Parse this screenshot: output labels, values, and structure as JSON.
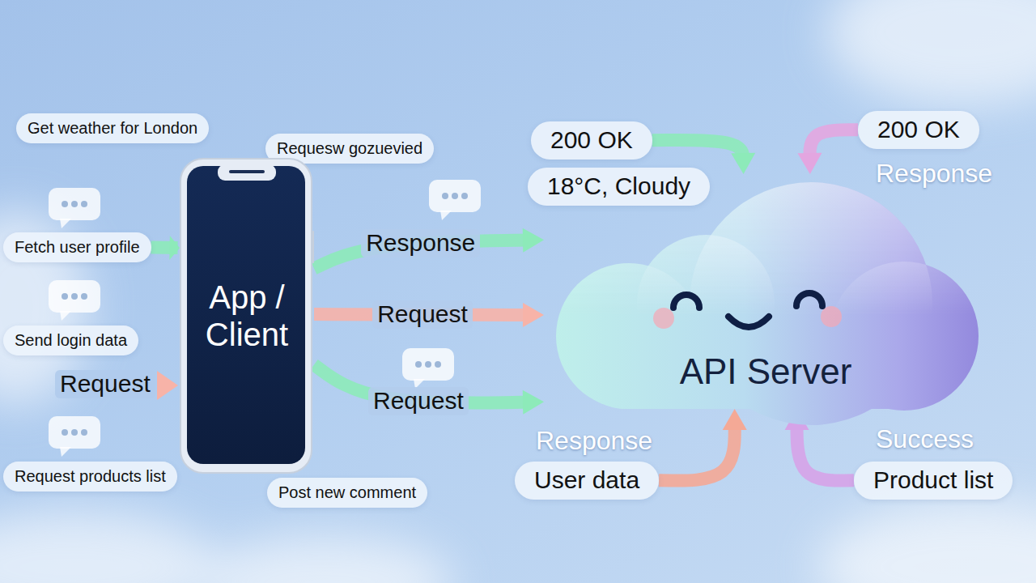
{
  "diagram": {
    "nodes": [
      {
        "text": [
          "Get weather for London"
        ]
      },
      {
        "text": [
          "Requesw gozuevied"
        ]
      },
      {
        "text": [
          "Fetch user profile"
        ]
      },
      {
        "text": [
          "Send login data"
        ]
      },
      {
        "text": [
          "Request products list"
        ]
      },
      {
        "text": [
          "Post new comment"
        ]
      },
      {
        "text": [
          "App / Client"
        ]
      },
      {
        "text": [
          "200 OK"
        ]
      },
      {
        "text": [
          "18°C, Cloudy"
        ]
      },
      {
        "text": [
          "200 OK"
        ]
      },
      {
        "text": [
          "API Server"
        ]
      },
      {
        "text": [
          "User data"
        ]
      },
      {
        "text": [
          "Product list"
        ]
      }
    ],
    "edges": [
      {
        "from": 2,
        "to": 6,
        "arrow": "to"
      },
      {
        "from": 6,
        "to": 10,
        "label": "Response",
        "arrow": "to"
      },
      {
        "from": 6,
        "to": 10,
        "label": "Request",
        "arrow": "to"
      },
      {
        "from": 6,
        "to": 10,
        "label": "Request",
        "arrow": "to"
      },
      {
        "from": 7,
        "to": 10,
        "arrow": "to"
      },
      {
        "from": 9,
        "to": 10,
        "arrow": "to"
      },
      {
        "from": 11,
        "to": 10,
        "arrow": "to"
      },
      {
        "from": 12,
        "to": 10,
        "arrow": "to"
      }
    ],
    "labels": [
      "Request",
      "Response",
      "Response",
      "Success"
    ]
  }
}
